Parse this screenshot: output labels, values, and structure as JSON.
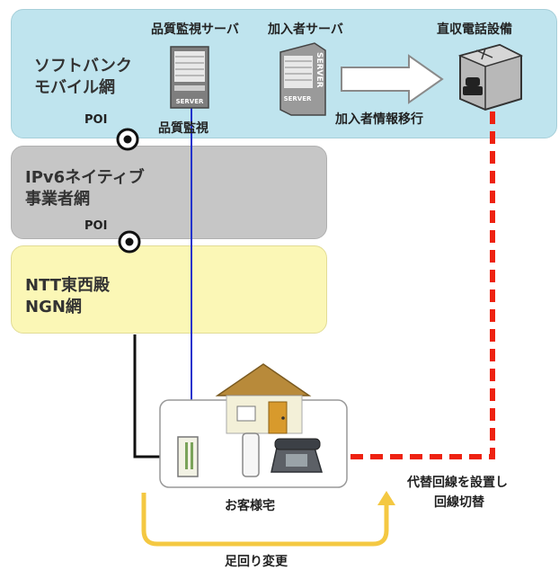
{
  "networks": {
    "softbank": [
      "ソフトバンク",
      "モバイル網"
    ],
    "ipv6": [
      "IPv6ネイティブ",
      "事業者網"
    ],
    "ntt": [
      "NTT東西殿",
      "NGN網"
    ]
  },
  "servers": {
    "quality": "品質監視サーバ",
    "subscriber": "加入者サーバ",
    "server_text": "SERVER"
  },
  "equipment": {
    "phone": "直収電話設備"
  },
  "labels": {
    "poi": "POI",
    "quality_monitor": "品質監視",
    "subscriber_migration": "加入者情報移行",
    "customer_home": "お客様宅",
    "alt_line": [
      "代替回線を設置し",
      "回線切替"
    ],
    "footing_change": "足回り変更"
  },
  "colors": {
    "softbank_band": "#bfe4ee",
    "ipv6_band": "#c6c6c6",
    "ntt_band": "#fbf7b6",
    "monitor_line": "#2233cc",
    "alt_line": "#ee2211",
    "footing_arrow": "#f4c842"
  }
}
